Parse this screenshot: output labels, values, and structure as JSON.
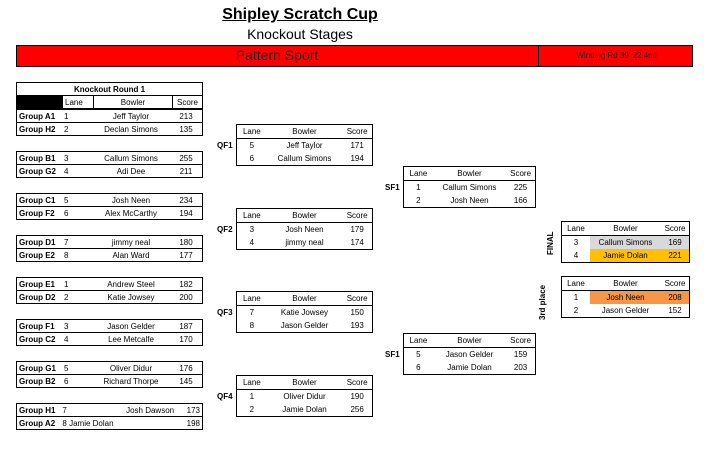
{
  "title": "Shipley Scratch Cup",
  "subtitle": "Knockout Stages",
  "banner": {
    "pattern": "Pattern Sport",
    "note": "Winding Rd 39' 22.4ml"
  },
  "round1": {
    "title": "Knockout Round 1",
    "headers": {
      "lane": "Lane",
      "bowler": "Bowler",
      "score": "Score"
    },
    "matches": [
      [
        {
          "group": "Group A1",
          "lane": "1",
          "bowler": "Jeff Taylor",
          "score": "213"
        },
        {
          "group": "Group H2",
          "lane": "2",
          "bowler": "Declan Simons",
          "score": "135"
        }
      ],
      [
        {
          "group": "Group B1",
          "lane": "3",
          "bowler": "Callum Simons",
          "score": "255"
        },
        {
          "group": "Group G2",
          "lane": "4",
          "bowler": "Adi Dee",
          "score": "211"
        }
      ],
      [
        {
          "group": "Group C1",
          "lane": "5",
          "bowler": "Josh Neen",
          "score": "234"
        },
        {
          "group": "Group F2",
          "lane": "6",
          "bowler": "Alex McCarthy",
          "score": "194"
        }
      ],
      [
        {
          "group": "Group D1",
          "lane": "7",
          "bowler": "jimmy neal",
          "score": "180"
        },
        {
          "group": "Group E2",
          "lane": "8",
          "bowler": "Alan Ward",
          "score": "177"
        }
      ],
      [
        {
          "group": "Group E1",
          "lane": "1",
          "bowler": "Andrew Steel",
          "score": "182"
        },
        {
          "group": "Group D2",
          "lane": "2",
          "bowler": "Katie Jowsey",
          "score": "200"
        }
      ],
      [
        {
          "group": "Group F1",
          "lane": "3",
          "bowler": "Jason Gelder",
          "score": "187"
        },
        {
          "group": "Group C2",
          "lane": "4",
          "bowler": "Lee Metcalfe",
          "score": "170"
        }
      ],
      [
        {
          "group": "Group G1",
          "lane": "5",
          "bowler": "Oliver Didur",
          "score": "176"
        },
        {
          "group": "Group B2",
          "lane": "6",
          "bowler": "Richard Thorpe",
          "score": "145"
        }
      ],
      [
        {
          "group": "Group H1",
          "lane": "7",
          "bowler": "Josh Dawson",
          "score": "173"
        },
        {
          "group": "Group A2",
          "lane": "8 Jamie Dolan",
          "bowler": "",
          "score": "198"
        }
      ]
    ]
  },
  "qf": [
    {
      "label": "QF1",
      "rows": [
        {
          "lane": "5",
          "bowler": "Jeff Taylor",
          "score": "171"
        },
        {
          "lane": "6",
          "bowler": "Callum Simons",
          "score": "194"
        }
      ]
    },
    {
      "label": "QF2",
      "rows": [
        {
          "lane": "3",
          "bowler": "Josh Neen",
          "score": "179"
        },
        {
          "lane": "4",
          "bowler": "jimmy neal",
          "score": "174"
        }
      ]
    },
    {
      "label": "QF3",
      "rows": [
        {
          "lane": "7",
          "bowler": "Katie Jowsey",
          "score": "150"
        },
        {
          "lane": "8",
          "bowler": "Jason Gelder",
          "score": "193"
        }
      ]
    },
    {
      "label": "QF4",
      "rows": [
        {
          "lane": "1",
          "bowler": "Oliver Didur",
          "score": "190"
        },
        {
          "lane": "2",
          "bowler": "Jamie Dolan",
          "score": "256"
        }
      ]
    }
  ],
  "sf": [
    {
      "label": "SF1",
      "rows": [
        {
          "lane": "1",
          "bowler": "Callum Simons",
          "score": "225"
        },
        {
          "lane": "2",
          "bowler": "Josh Neen",
          "score": "166"
        }
      ]
    },
    {
      "label": "SF1",
      "rows": [
        {
          "lane": "5",
          "bowler": "Jason Gelder",
          "score": "159"
        },
        {
          "lane": "6",
          "bowler": "Jamie Dolan",
          "score": "203"
        }
      ]
    }
  ],
  "final": {
    "label": "FINAL",
    "rows": [
      {
        "lane": "3",
        "bowler": "Callum Simons",
        "score": "169"
      },
      {
        "lane": "4",
        "bowler": "Jamie Dolan",
        "score": "221"
      }
    ]
  },
  "third": {
    "label": "3rd place",
    "rows": [
      {
        "lane": "1",
        "bowler": "Josh Neen",
        "score": "208"
      },
      {
        "lane": "2",
        "bowler": "Jason Gelder",
        "score": "152"
      }
    ]
  },
  "colors": {
    "banner": "#ff0000",
    "final_loser": "#d9d9d9",
    "winner": "#ffc000",
    "third_winner": "#f79646"
  }
}
